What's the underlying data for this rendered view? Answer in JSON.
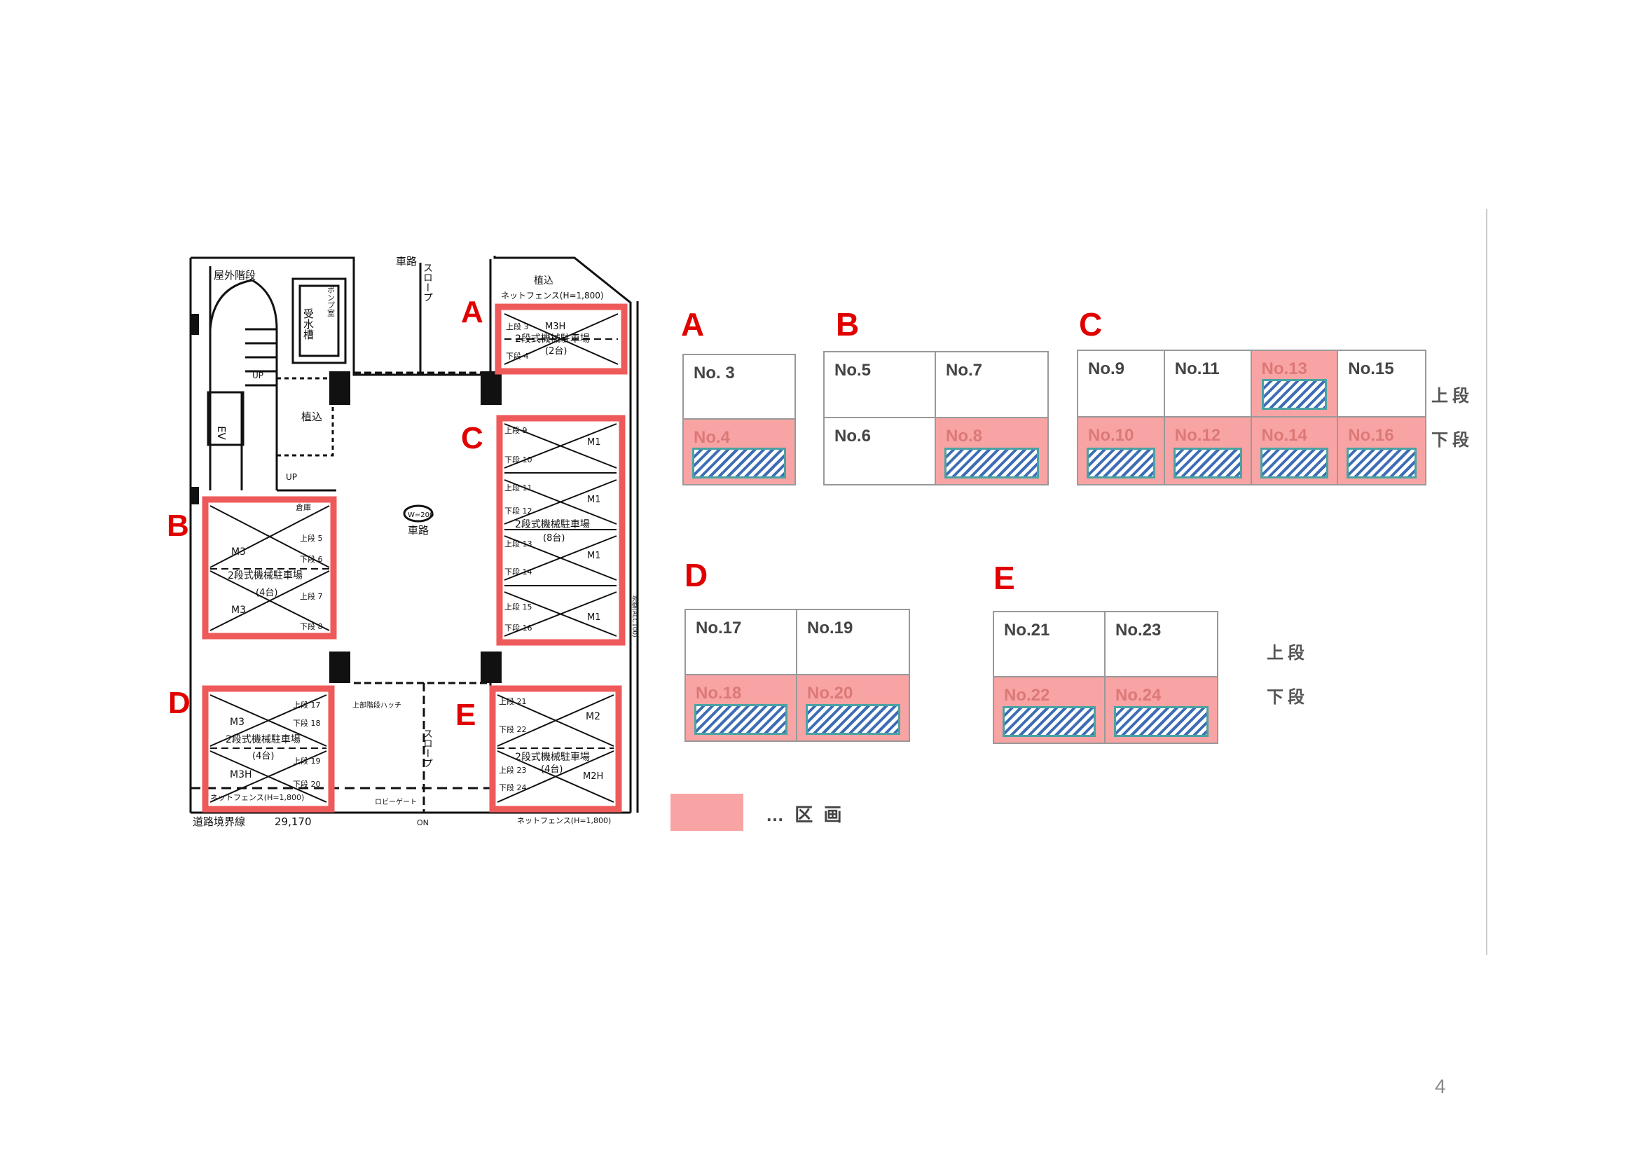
{
  "plan": {
    "zone_labels": [
      "A",
      "B",
      "C",
      "D",
      "E"
    ],
    "labels": {
      "outer_stairs": "屋外階段",
      "car_entry": "車路",
      "slope": "スロープ",
      "cistern": "受水槽",
      "pump": "ポンプ室",
      "planting": "植込",
      "planting2": "植込",
      "ev": "EV",
      "up1": "UP",
      "up2": "UP",
      "net_fence_top": "ネットフェンス(H=1,800)",
      "roadway": "車路",
      "width_mark": "W=200",
      "boundary": "道路境界線",
      "dimension": "29,170",
      "slope2": "スロープ",
      "on": "ON",
      "lobby_gate": "ロビーゲート",
      "net_fence_bottom": "ネットフェンス(H=1,800)",
      "net_fence_d": "ネットフェンス(H=1,800)",
      "hatch_cover": "上部階段ハッチ",
      "gomi": "倉庫",
      "side_note": "外壁(ALC100)"
    },
    "zone_a": {
      "l1": "上段 3",
      "l2": "M3H",
      "l3": "2段式機械駐車場",
      "l4": "(2台)",
      "l5": "下段 4"
    },
    "zone_b": {
      "m1": "M3",
      "m2": "M3",
      "l1": "上段 5",
      "l2": "下段 6",
      "l3": "2段式機械駐車場",
      "l4": "(4台)",
      "l5": "上段 7",
      "l6": "下段 8"
    },
    "zone_c": {
      "a1": "上段 9",
      "a2": "下段 10",
      "b1": "上段 11",
      "b2": "下段 12",
      "c1": "上段 13",
      "c2": "下段 14",
      "d1": "上段 15",
      "d2": "下段 16",
      "m": "M1",
      "m2": "M1",
      "m3": "M1",
      "m4": "M1",
      "t": "2段式機械駐車場",
      "u": "(8台)"
    },
    "zone_d": {
      "m1": "M3",
      "m2": "M3H",
      "l1": "上段 17",
      "l2": "下段 18",
      "l3": "2段式機械駐車場",
      "l4": "(4台)",
      "l5": "上段 19",
      "l6": "下段 20"
    },
    "zone_e": {
      "m1": "M2",
      "m2": "M2H",
      "l1": "上段 21",
      "l2": "下段 22",
      "l3": "2段式機械駐車場",
      "l4": "(4台)",
      "l5": "上段 23",
      "l6": "下段 24"
    }
  },
  "groups": {
    "a": {
      "letter": "A",
      "upper": [
        "No. 3"
      ],
      "lower": [
        "No.4"
      ]
    },
    "b": {
      "letter": "B",
      "upper": [
        "No.5",
        "No.7"
      ],
      "lower": [
        "No.6",
        "No.8"
      ]
    },
    "c": {
      "letter": "C",
      "upper": [
        "No.9",
        "No.11",
        "No.13",
        "No.15"
      ],
      "lower": [
        "No.10",
        "No.12",
        "No.14",
        "No.16"
      ]
    },
    "d": {
      "letter": "D",
      "upper": [
        "No.17",
        "No.19"
      ],
      "lower": [
        "No.18",
        "No.20"
      ]
    },
    "e": {
      "letter": "E",
      "upper": [
        "No.21",
        "No.23"
      ],
      "lower": [
        "No.22",
        "No.24"
      ]
    }
  },
  "tiers": {
    "upper": "上段",
    "lower": "下段",
    "upper2": "上段",
    "lower2": "下段"
  },
  "legend": {
    "text": "… 区 画",
    "color": "#f8a4a4"
  },
  "page_number": "4"
}
